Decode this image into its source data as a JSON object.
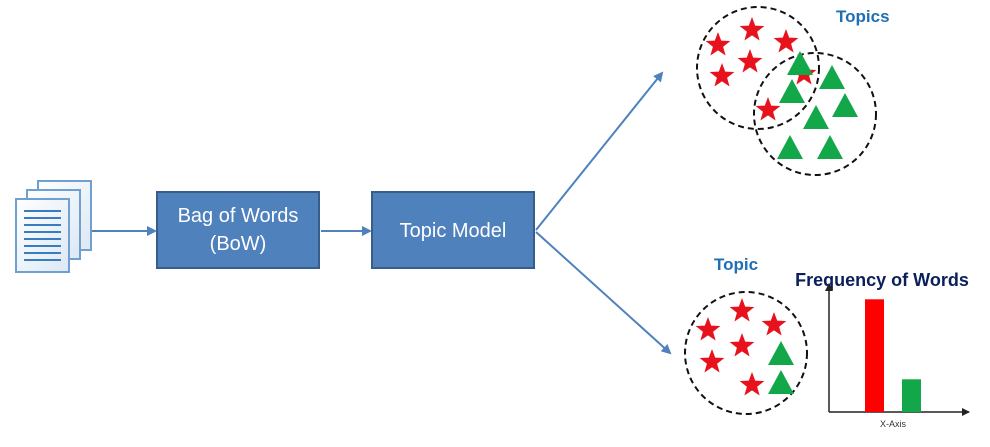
{
  "colors": {
    "box_fill": "#4f81bd",
    "box_stroke": "#385d8a",
    "arrow": "#4f81bd",
    "heading": "#1f6fb5",
    "freq_title": "#0a1f5c",
    "star": "#e8121d",
    "triangle": "#12a84a",
    "bar_red": "#ff0000",
    "bar_green": "#12a84a",
    "circle": "#111111"
  },
  "icons": {
    "documents": "documents-stack-icon",
    "star": "star-icon",
    "triangle": "triangle-icon"
  },
  "nodes": {
    "bow_line1": "Bag of Words",
    "bow_line2": "(BoW)",
    "topic_model": "Topic Model"
  },
  "upper": {
    "heading": "Topics"
  },
  "lower": {
    "heading": "Topic",
    "freq_title": "Frequency of Words"
  },
  "chart_data": {
    "type": "bar",
    "title": "Frequency of Words",
    "xlabel": "X-Axis",
    "ylabel": "",
    "series": [
      {
        "values": [
          1.0,
          0.29
        ]
      }
    ],
    "bar_colors": [
      "#ff0000",
      "#12a84a"
    ],
    "ylim": [
      0,
      1.1
    ],
    "grid": false
  }
}
